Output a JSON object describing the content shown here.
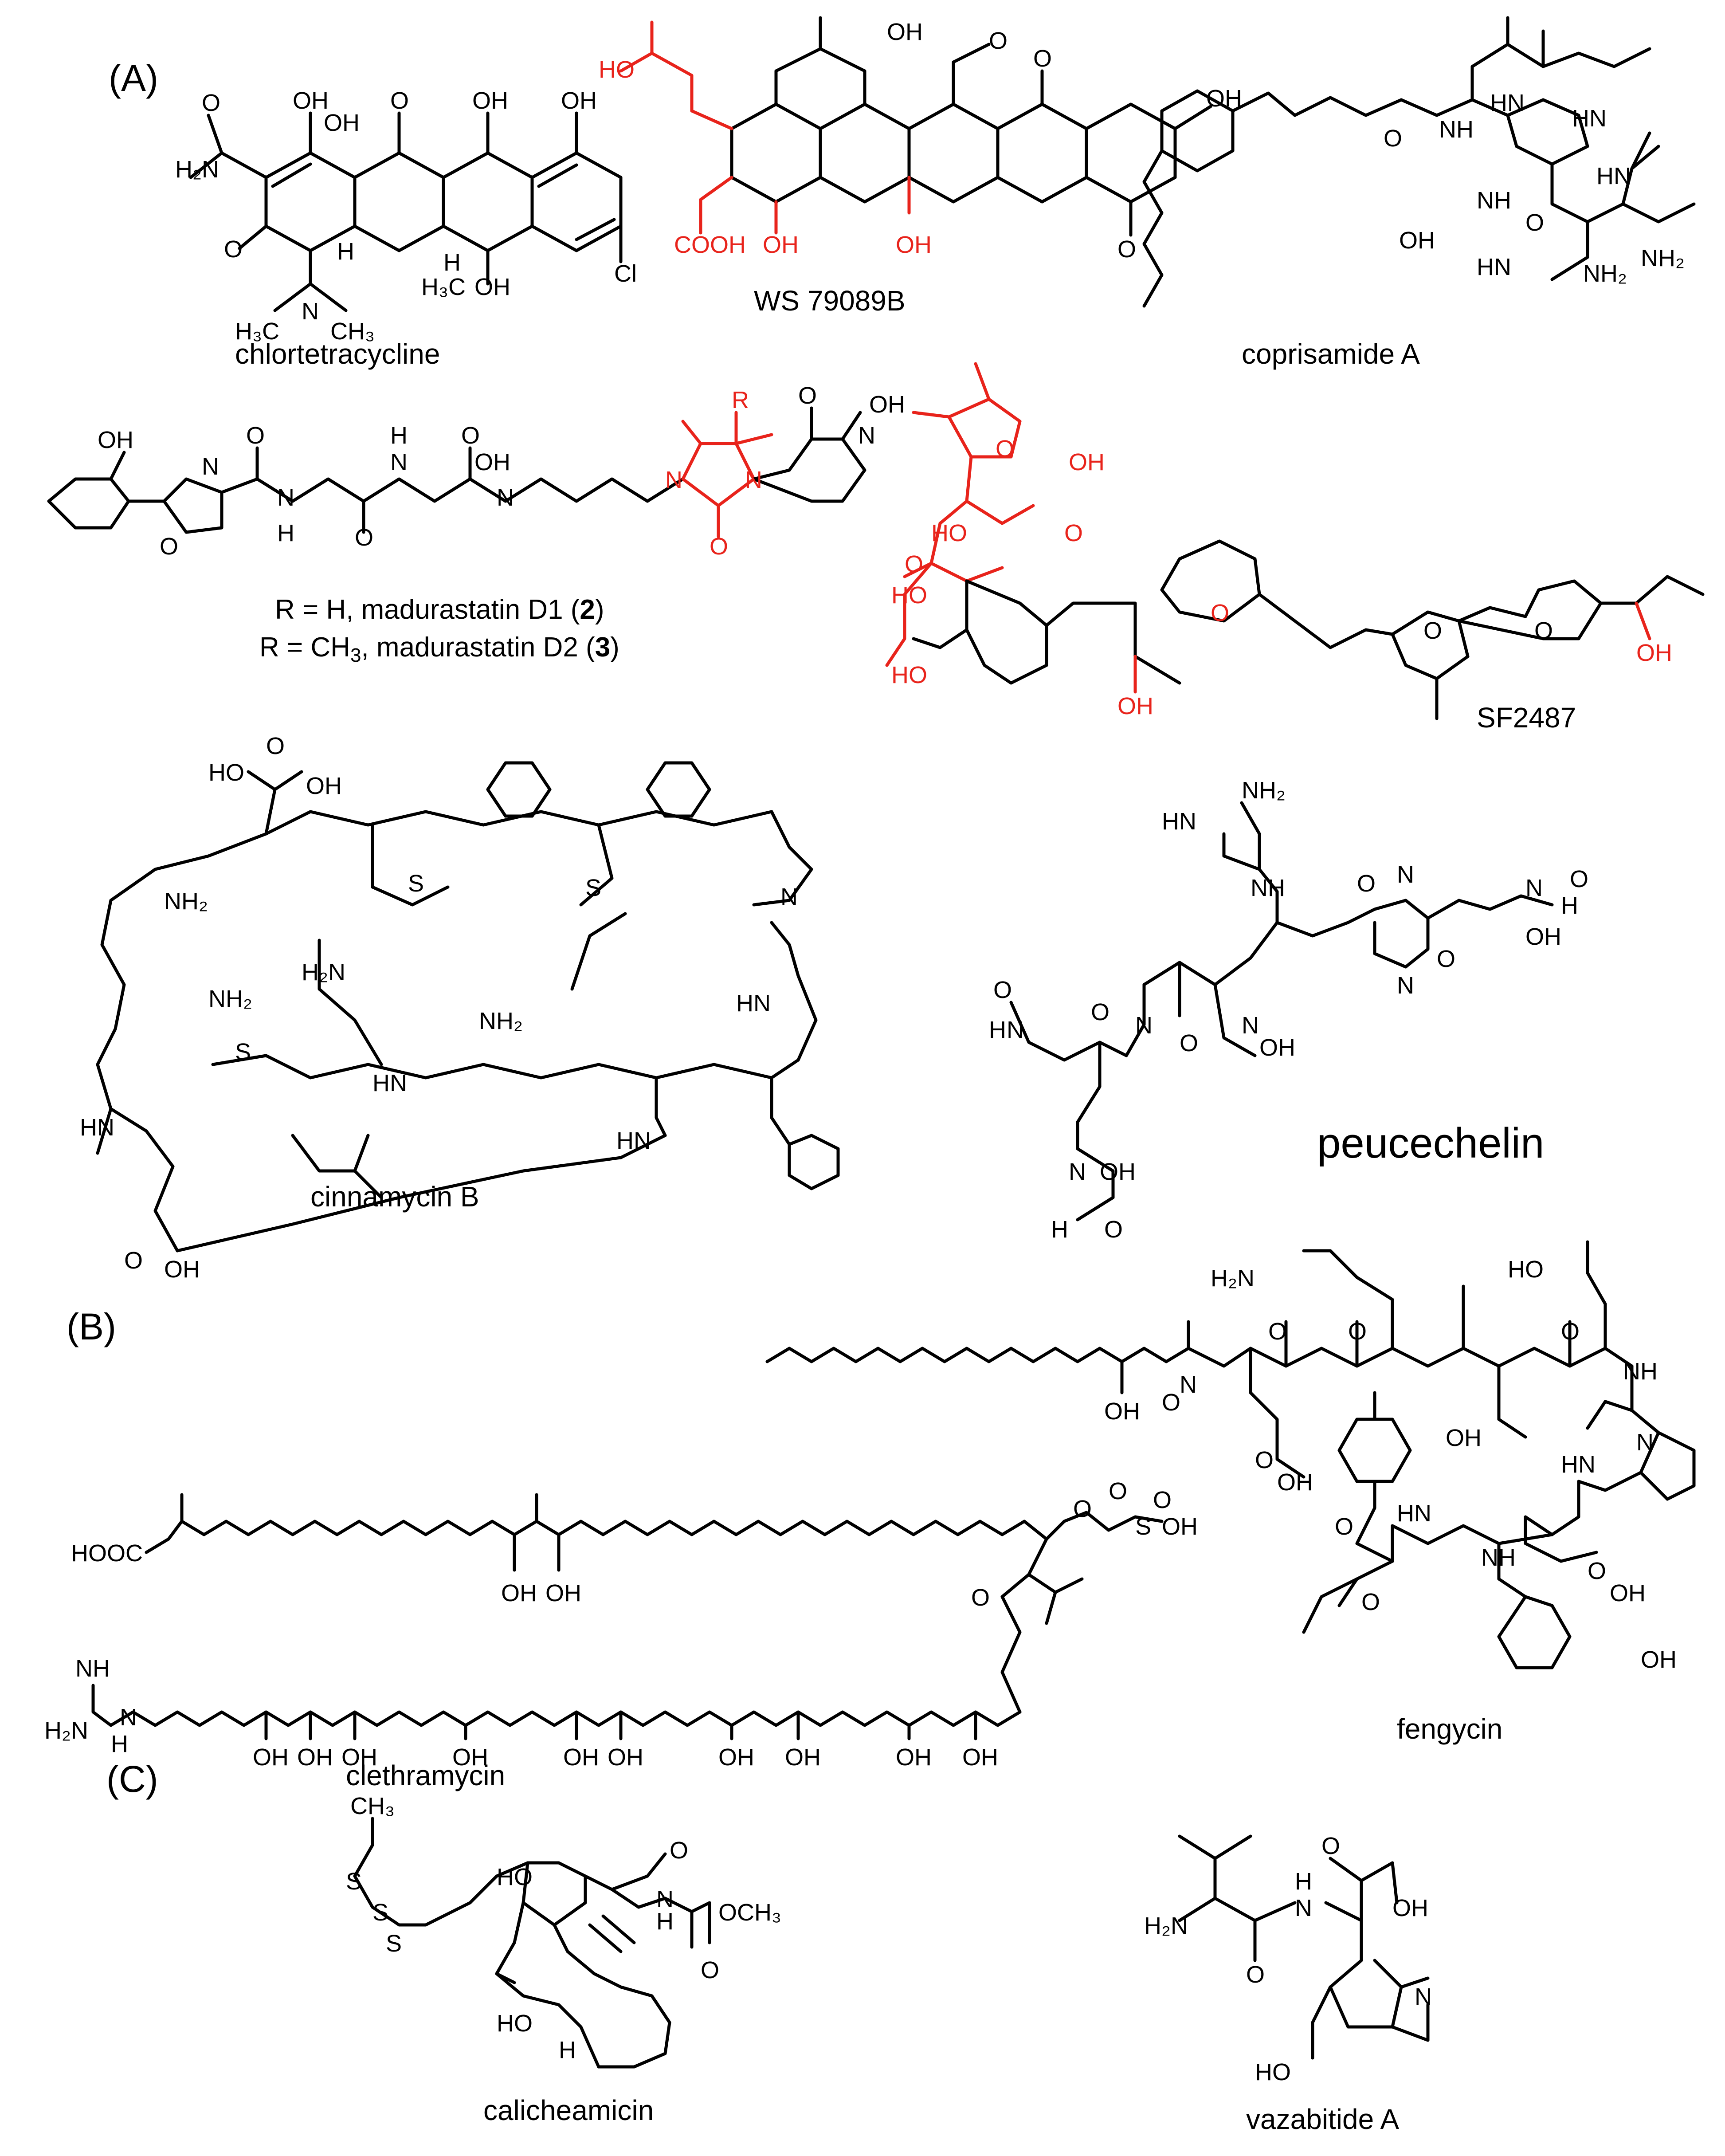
{
  "panels": {
    "a": "(A)",
    "b": "(B)",
    "c": "(C)"
  },
  "compounds": {
    "chlortetracycline": "chlortetracycline",
    "ws79089b": "WS 79089B",
    "coprisamide": "coprisamide A",
    "madurastatin_d1_prefix": "R = H, madurastatin D1 (",
    "madurastatin_d1_num": "2",
    "madurastatin_d2_prefix": "R = CH",
    "madurastatin_d2_sub": "3",
    "madurastatin_d2_mid": ", madurastatin D2 (",
    "madurastatin_d2_num": "3",
    "close_paren": ")",
    "sf2487": "SF2487",
    "cinnamycin": "cinnamycin B",
    "peucechelin": "peucechelin",
    "fengycin": "fengycin",
    "clethramycin": "clethramycin",
    "calicheamicin": "calicheamicin",
    "vazabitide": "vazabitide A"
  },
  "colors": {
    "highlight": "#e8231b",
    "ink": "#000000"
  }
}
